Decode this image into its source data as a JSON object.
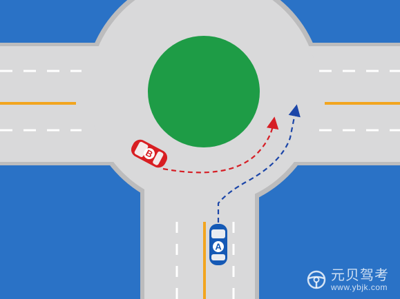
{
  "colors": {
    "background_water": "#2a72c6",
    "road": "#d9d9da",
    "road_edge": "#bcbcbd",
    "island": "#1e9c46",
    "center_line": "#f2a51f",
    "lane_dash": "#ffffff",
    "car_a": "#1559b5",
    "car_b": "#d81e22",
    "path_a": "#1c46a8",
    "path_b": "#d61e25"
  },
  "vehicles": [
    {
      "id": "A",
      "label": "A",
      "icon": "car-icon",
      "color": "#1559b5",
      "heading": "north"
    },
    {
      "id": "B",
      "label": "B",
      "icon": "car-icon",
      "color": "#d81e22",
      "heading": "south-east"
    }
  ],
  "paths": [
    {
      "vehicle": "A",
      "style": "dashed-arrow",
      "turn": "right"
    },
    {
      "vehicle": "B",
      "style": "dashed-arrow",
      "turn": "counterclockwise-around-island"
    }
  ],
  "watermark": {
    "brand": "元贝驾考",
    "url": "www.ybjk.com",
    "icon": "steering-wheel-icon"
  }
}
